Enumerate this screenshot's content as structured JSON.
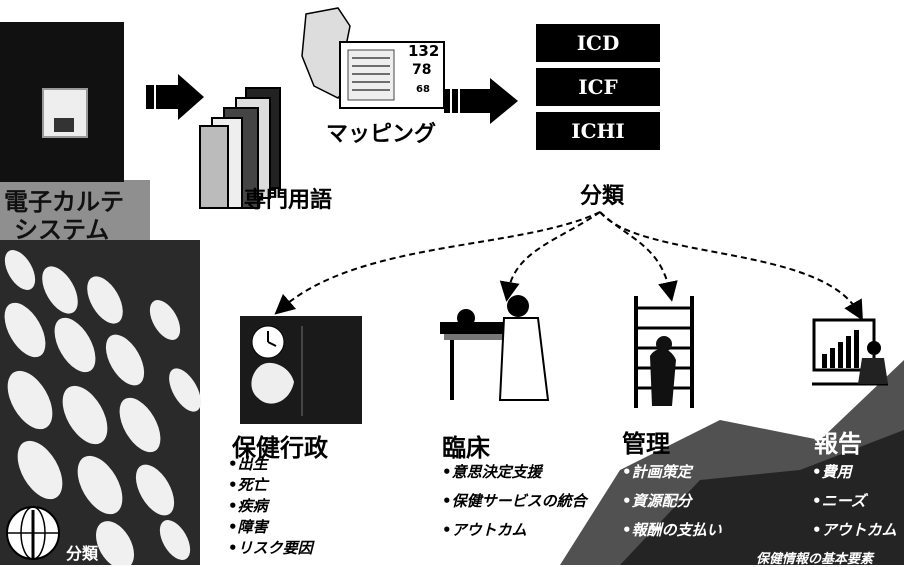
{
  "ehr_system": {
    "label_line1": "電子カルテ",
    "label_line2": "システム"
  },
  "terminology": {
    "label": "専門用語"
  },
  "mapping": {
    "label": "マッピング",
    "monitor_values": [
      "132",
      "78",
      "68"
    ]
  },
  "classification": {
    "boxes": [
      "ICD",
      "ICF",
      "ICHI"
    ],
    "label": "分類"
  },
  "uses": [
    {
      "title": "保健行政",
      "items": [
        "出生",
        "死亡",
        "疾病",
        "障害",
        "リスク要因"
      ]
    },
    {
      "title": "臨床",
      "items": [
        "意思決定支援",
        "保健サービスの統合",
        "アウトカム"
      ]
    },
    {
      "title": "管理",
      "items": [
        "計画策定",
        "資源配分",
        "報酬の支払い"
      ]
    },
    {
      "title": "報告",
      "items": [
        "費用",
        "ニーズ",
        "アウトカム"
      ]
    }
  ],
  "footer": {
    "logo_label": "分類",
    "caption": "保健情報の基本要素"
  },
  "colors": {
    "box_fill": "#000000",
    "box_text": "#ffffff",
    "arrow": "#000000"
  }
}
